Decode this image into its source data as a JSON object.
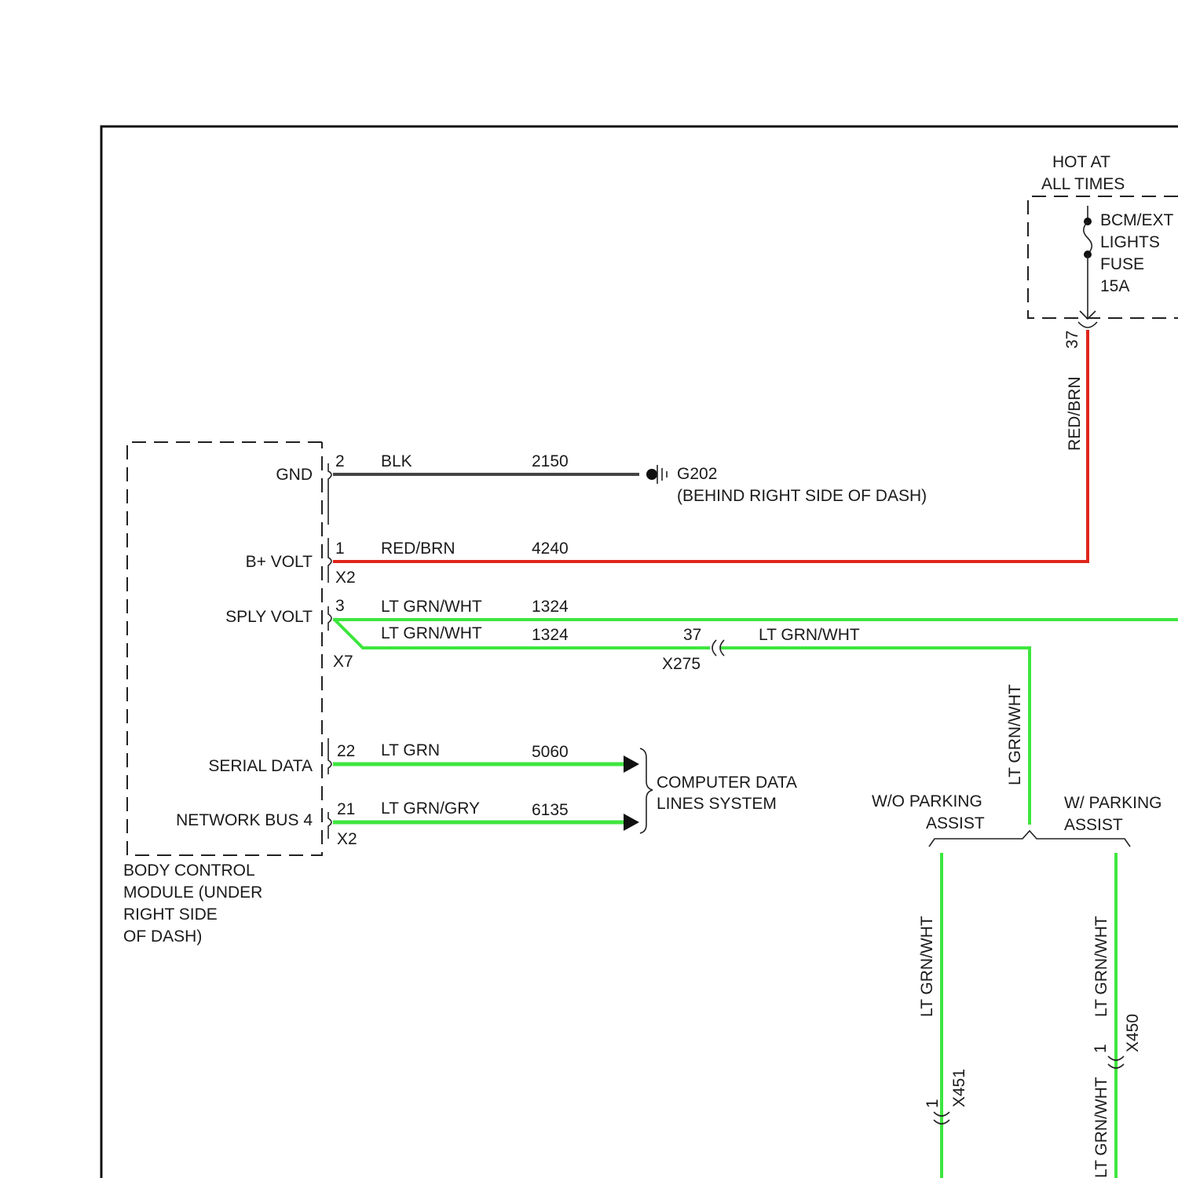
{
  "colors": {
    "black_wire": "#444444",
    "red_wire": "#e0261b",
    "green_wire": "#3ee63e",
    "frame": "#111111"
  },
  "power": {
    "hot_line1": "HOT AT",
    "hot_line2": "ALL TIMES",
    "fuse_line1": "BCM/EXT",
    "fuse_line2": "LIGHTS",
    "fuse_line3": "FUSE",
    "fuse_line4": "15A",
    "pin": "37",
    "wire_color": "RED/BRN"
  },
  "bcm": {
    "name_line1": "BODY CONTROL",
    "name_line2": "MODULE (UNDER",
    "name_line3": "RIGHT SIDE",
    "name_line4": "OF DASH)",
    "pins": [
      {
        "label": "GND",
        "pin": "2",
        "color": "BLK",
        "circuit": "2150"
      },
      {
        "label": "B+ VOLT",
        "pin": "1",
        "color": "RED/BRN",
        "circuit": "4240",
        "connector": "X2"
      },
      {
        "label": "SPLY VOLT",
        "pin": "3",
        "color": "LT GRN/WHT",
        "circuit": "1324",
        "connector": "X7"
      },
      {
        "label": "SERIAL DATA",
        "pin": "22",
        "color": "LT GRN",
        "circuit": "5060"
      },
      {
        "label": "NETWORK BUS 4",
        "pin": "21",
        "color": "LT GRN/GRY",
        "circuit": "6135",
        "connector": "X2"
      }
    ],
    "branch": {
      "color": "LT GRN/WHT",
      "circuit": "1324"
    }
  },
  "ground": {
    "id": "G202",
    "location": "(BEHIND RIGHT SIDE OF DASH)"
  },
  "inline_connector": {
    "pin": "37",
    "id": "X275",
    "wire_color": "LT GRN/WHT"
  },
  "riser_color": "LT GRN/WHT",
  "data_lines": {
    "line1": "COMPUTER DATA",
    "line2": "LINES SYSTEM"
  },
  "options": {
    "without": {
      "line1": "W/O PARKING",
      "line2": "ASSIST",
      "wire_color": "LT GRN/WHT",
      "pin": "1",
      "connector": "X451"
    },
    "with": {
      "line1": "W/ PARKING",
      "line2": "ASSIST",
      "wire_color": "LT GRN/WHT",
      "pin": "1",
      "connector": "X450",
      "lower_wire_color": "LT GRN/WHT"
    }
  }
}
